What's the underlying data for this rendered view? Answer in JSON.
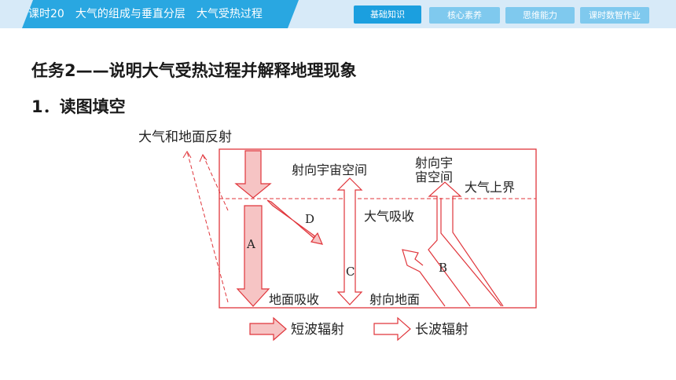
{
  "header": {
    "course_title": "课时20　大气的组成与垂直分层　大气受热过程",
    "nav": [
      "基础知识",
      "核心素养",
      "思维能力",
      "课时数智作业"
    ],
    "active_nav": "基础知识"
  },
  "main": {
    "heading": "任务2——说明大气受热过程并解释地理现象",
    "subheading": "1．读图填空"
  },
  "diagram": {
    "labels": {
      "reflect": "大气和地面反射",
      "space_out": "射向宇宙空间",
      "space_out_b_line1": "射向宇",
      "space_out_b_line2": "宙空间",
      "upper_bound": "大气上界",
      "atmo_absorb": "大气吸收",
      "ground_absorb": "地面吸收",
      "to_ground": "射向地面",
      "A": "A",
      "B": "B",
      "C": "C",
      "D": "D"
    },
    "legend": {
      "short_wave": "短波辐射",
      "long_wave": "长波辐射"
    },
    "colors": {
      "line": "#e0353b",
      "fill": "#f6c4c4",
      "accent": "#29a7e1"
    }
  }
}
